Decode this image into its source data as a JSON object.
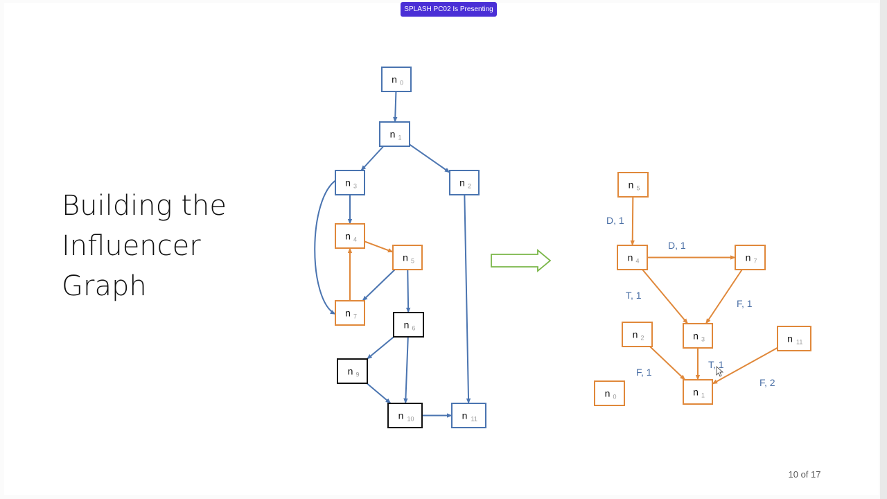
{
  "banner": {
    "text": "SPLASH PC02 Is Presenting"
  },
  "slide": {
    "title_lines": [
      "Building the",
      "Influencer",
      "Graph"
    ],
    "page_indicator": "10 of 17"
  },
  "colors": {
    "blue": "#4a74b0",
    "orange": "#e0883a",
    "black": "#111111",
    "green": "#7ab648",
    "label": "#4a6fa5",
    "banner": "#4a2fd6"
  },
  "left_graph": {
    "nodes": [
      {
        "id": "n0",
        "main": "n",
        "sub": "0",
        "color": "blue"
      },
      {
        "id": "n1",
        "main": "n",
        "sub": "1",
        "color": "blue"
      },
      {
        "id": "n3",
        "main": "n",
        "sub": "3",
        "color": "blue"
      },
      {
        "id": "n2",
        "main": "n",
        "sub": "2",
        "color": "blue"
      },
      {
        "id": "n4",
        "main": "n",
        "sub": "4",
        "color": "orange"
      },
      {
        "id": "n5",
        "main": "n",
        "sub": "5",
        "color": "orange"
      },
      {
        "id": "n7",
        "main": "n",
        "sub": "7",
        "color": "orange"
      },
      {
        "id": "n6",
        "main": "n",
        "sub": "6",
        "color": "black"
      },
      {
        "id": "n9",
        "main": "n",
        "sub": "9",
        "color": "black"
      },
      {
        "id": "n10",
        "main": "n",
        "sub": "10",
        "color": "black"
      },
      {
        "id": "n11",
        "main": "n",
        "sub": "11",
        "color": "blue"
      }
    ],
    "edges": [
      {
        "from": "n0",
        "to": "n1",
        "color": "blue"
      },
      {
        "from": "n1",
        "to": "n3",
        "color": "blue"
      },
      {
        "from": "n1",
        "to": "n2",
        "color": "blue"
      },
      {
        "from": "n3",
        "to": "n4",
        "color": "blue"
      },
      {
        "from": "n3",
        "to": "n7",
        "color": "blue",
        "curved": true
      },
      {
        "from": "n4",
        "to": "n5",
        "color": "orange"
      },
      {
        "from": "n7",
        "to": "n4",
        "color": "orange"
      },
      {
        "from": "n5",
        "to": "n7",
        "color": "blue"
      },
      {
        "from": "n5",
        "to": "n6",
        "color": "blue"
      },
      {
        "from": "n6",
        "to": "n9",
        "color": "blue"
      },
      {
        "from": "n6",
        "to": "n10",
        "color": "blue"
      },
      {
        "from": "n9",
        "to": "n10",
        "color": "blue"
      },
      {
        "from": "n10",
        "to": "n11",
        "color": "blue"
      },
      {
        "from": "n2",
        "to": "n11",
        "color": "blue"
      }
    ]
  },
  "right_graph": {
    "nodes": [
      {
        "id": "n5",
        "main": "n",
        "sub": "5"
      },
      {
        "id": "n4",
        "main": "n",
        "sub": "4"
      },
      {
        "id": "n7",
        "main": "n",
        "sub": "7"
      },
      {
        "id": "n3",
        "main": "n",
        "sub": "3"
      },
      {
        "id": "n2",
        "main": "n",
        "sub": "2"
      },
      {
        "id": "n11",
        "main": "n",
        "sub": "11"
      },
      {
        "id": "n0",
        "main": "n",
        "sub": "0"
      },
      {
        "id": "n1",
        "main": "n",
        "sub": "1"
      }
    ],
    "edges": [
      {
        "from": "n5",
        "to": "n4",
        "label": "D, 1"
      },
      {
        "from": "n4",
        "to": "n7",
        "label": "D, 1"
      },
      {
        "from": "n4",
        "to": "n3",
        "label": "T, 1"
      },
      {
        "from": "n7",
        "to": "n3",
        "label": "F, 1"
      },
      {
        "from": "n3",
        "to": "n1",
        "label": "T, 1"
      },
      {
        "from": "n2",
        "to": "n1",
        "label": "F, 1"
      },
      {
        "from": "n11",
        "to": "n1",
        "label": "F, 2"
      }
    ]
  }
}
